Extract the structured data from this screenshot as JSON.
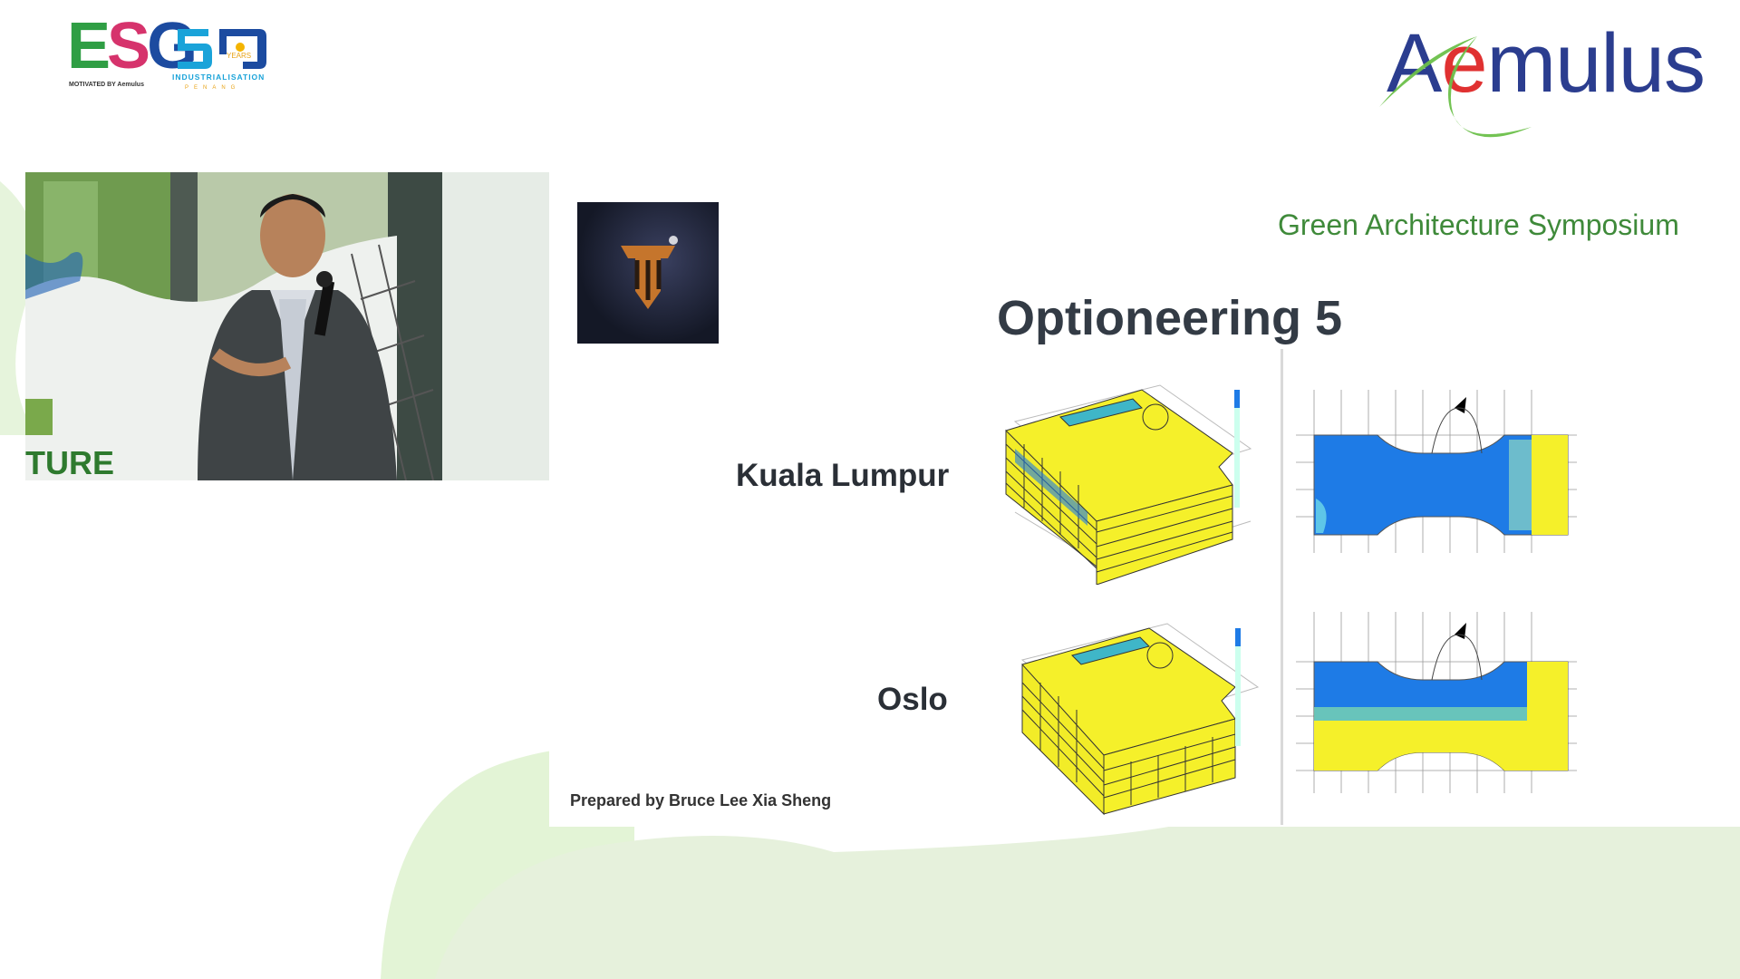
{
  "logos": {
    "esg": {
      "letters": "ESG",
      "tagline": "MOTIVATED BY Aemulus"
    },
    "fifty_years": {
      "number": "50",
      "years": "YEARS",
      "tagline": "INDUSTRIALISATION",
      "place": "PENANG"
    },
    "aemulus": {
      "prefix": "A",
      "red": "e",
      "rest": "mulus"
    }
  },
  "slide": {
    "symposium": "Green Architecture Symposium",
    "title": "Optioneering 5",
    "rows": [
      {
        "label": "Kuala Lumpur"
      },
      {
        "label": "Oslo"
      }
    ],
    "prepared_by": "Prepared by Bruce Lee Xia Sheng"
  },
  "video_backdrop": {
    "partial_text": "TURE"
  },
  "colors": {
    "brand_blue": "#2b3d8f",
    "brand_green": "#6cc04a",
    "symposium_green": "#3f8a3a",
    "heatmap_blue": "#1e7be6",
    "heatmap_yellow": "#f5f02a"
  }
}
